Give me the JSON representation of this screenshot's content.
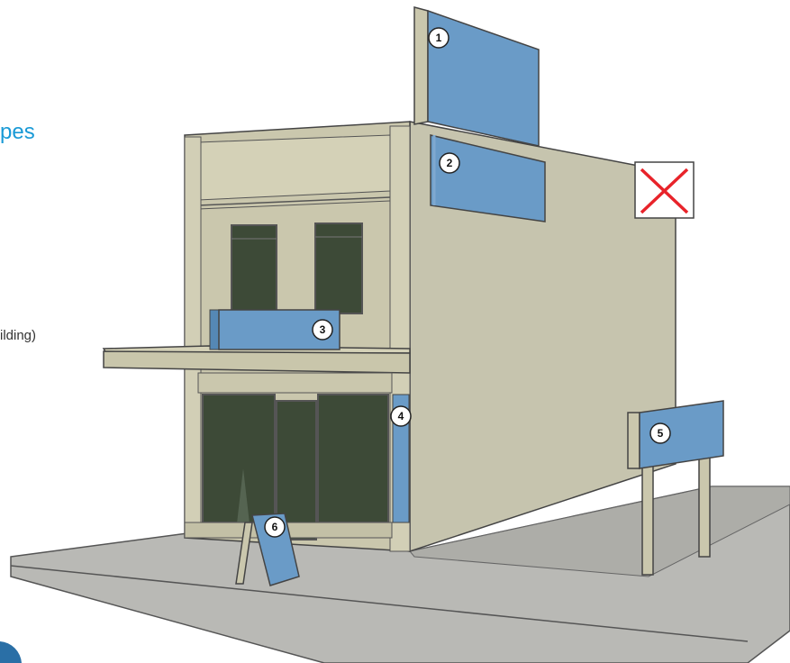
{
  "heading_fragment": "pes",
  "caption_fragment": "ilding)",
  "colors": {
    "sign_blue": "#6a9bc7",
    "facade": "#cac7ad",
    "side_wall": "#c6c4ae",
    "window": "#3d4a37",
    "ground": "#b9b9b5",
    "accent_text": "#1a9ad6",
    "prohibited": "#e8232a"
  },
  "signs": [
    {
      "number": "1"
    },
    {
      "number": "2"
    },
    {
      "number": "3"
    },
    {
      "number": "4"
    },
    {
      "number": "5"
    },
    {
      "number": "6"
    }
  ],
  "prohibited_marker": {
    "icon": "red-x-icon"
  }
}
